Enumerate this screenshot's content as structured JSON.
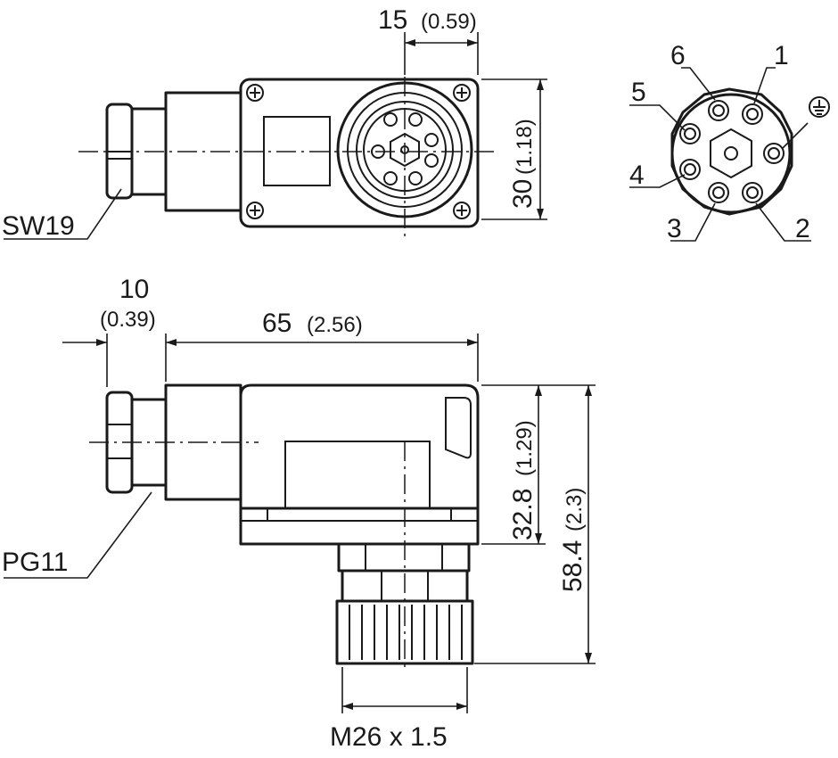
{
  "dimensions": {
    "top_offset": {
      "value": "15",
      "inch": "(0.59)"
    },
    "top_height": {
      "value": "30",
      "inch": "(1.18)"
    },
    "side_gland_length": {
      "value": "10",
      "inch": "(0.39)"
    },
    "side_body_length": {
      "value": "65",
      "inch": "(2.56)"
    },
    "side_body_height": {
      "value": "32.8",
      "inch": "(1.29)"
    },
    "side_total_height": {
      "value": "58.4",
      "inch": "(2.3)"
    }
  },
  "callouts": {
    "wrench_size": "SW19",
    "cable_gland": "PG11",
    "thread": "M26 x 1.5"
  },
  "pin_labels": [
    "1",
    "2",
    "3",
    "4",
    "5",
    "6"
  ],
  "ground_symbol": "protective-earth-icon",
  "colors": {
    "line": "#1a1a1a",
    "background": "#ffffff"
  }
}
